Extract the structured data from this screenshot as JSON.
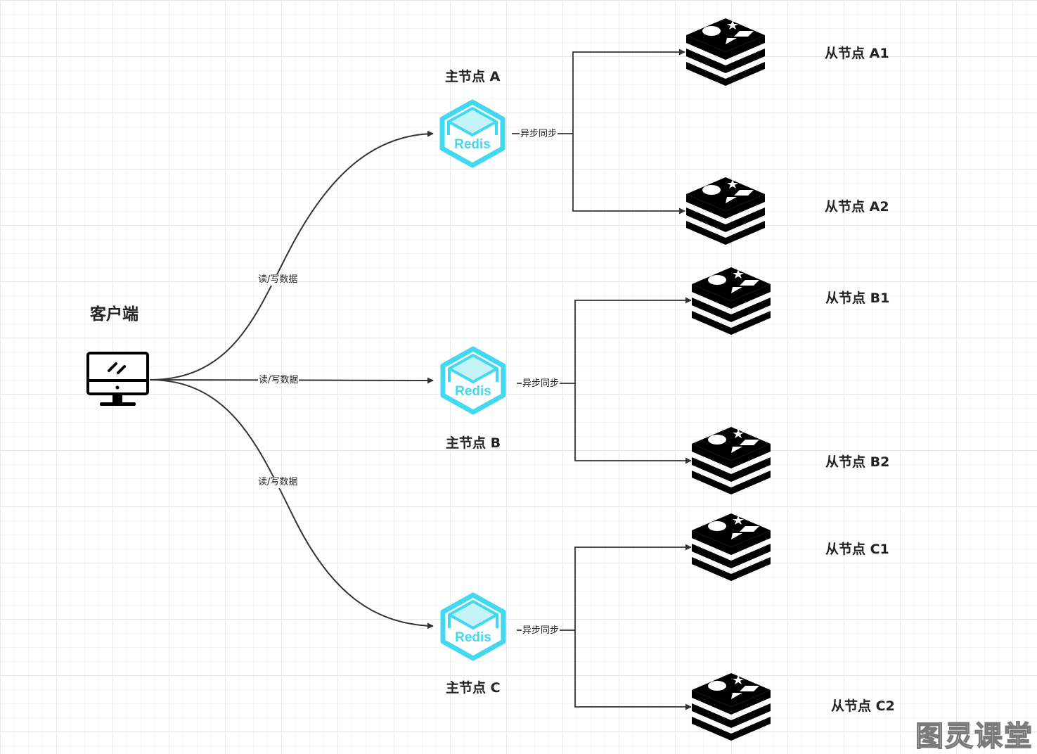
{
  "client": {
    "label": "客户端",
    "icon": "computer-monitor-icon"
  },
  "edge_label_rw": "读/写数据",
  "edge_label_sync": "异步同步",
  "masters": [
    {
      "label": "主节点 A",
      "icon_text": "Redis"
    },
    {
      "label": "主节点 B",
      "icon_text": "Redis"
    },
    {
      "label": "主节点 C",
      "icon_text": "Redis"
    }
  ],
  "replicas": [
    {
      "label": "从节点 A1"
    },
    {
      "label": "从节点 A2"
    },
    {
      "label": "从节点 B1"
    },
    {
      "label": "从节点 B2"
    },
    {
      "label": "从节点 C1"
    },
    {
      "label": "从节点 C2"
    }
  ],
  "colors": {
    "redis_cyan": "#42d8ef",
    "redis_fill": "#c4f3f8",
    "edge": "#333333"
  },
  "watermark": "图灵课堂"
}
